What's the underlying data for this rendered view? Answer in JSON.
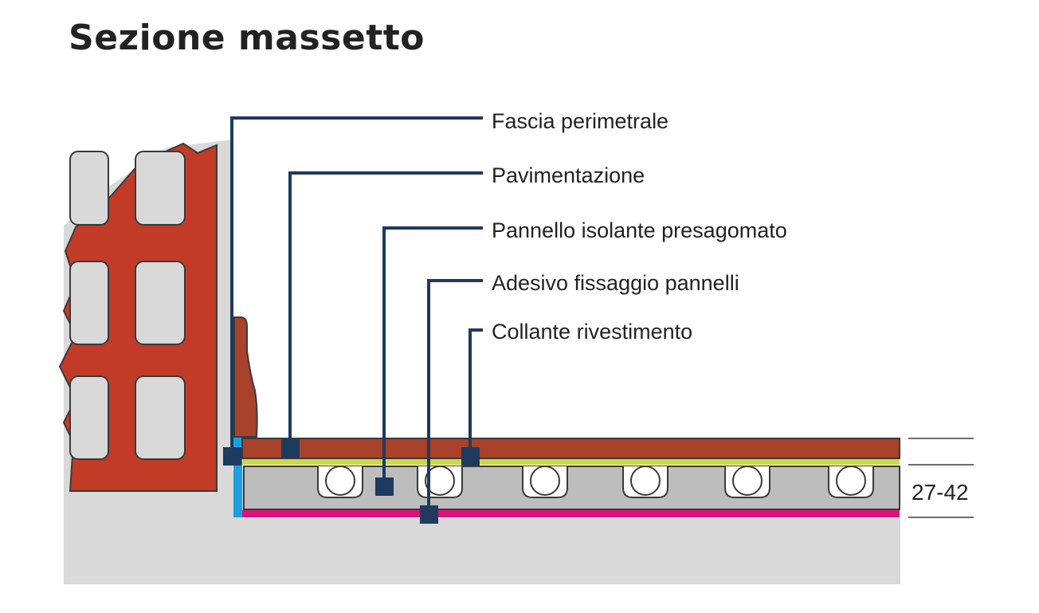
{
  "title": "Sezione massetto",
  "labels": {
    "fascia": "Fascia perimetrale",
    "pavimentazione": "Pavimentazione",
    "pannello": "Pannello isolante presagomato",
    "adesivo": "Adesivo fissaggio pannelli",
    "collante_a": "Collante",
    "collante_b": "rivestimento"
  },
  "dimension": "27-42",
  "colors": {
    "brick": "#c23b27",
    "concrete": "#d9d9d9",
    "leader": "#1e3a5f",
    "perimeter_band": "#1b9fe0",
    "flooring": "#a8422a",
    "adhesive_layer": "#cfd84a",
    "panel": "#bdbdbd",
    "membrane": "#e0127a"
  }
}
